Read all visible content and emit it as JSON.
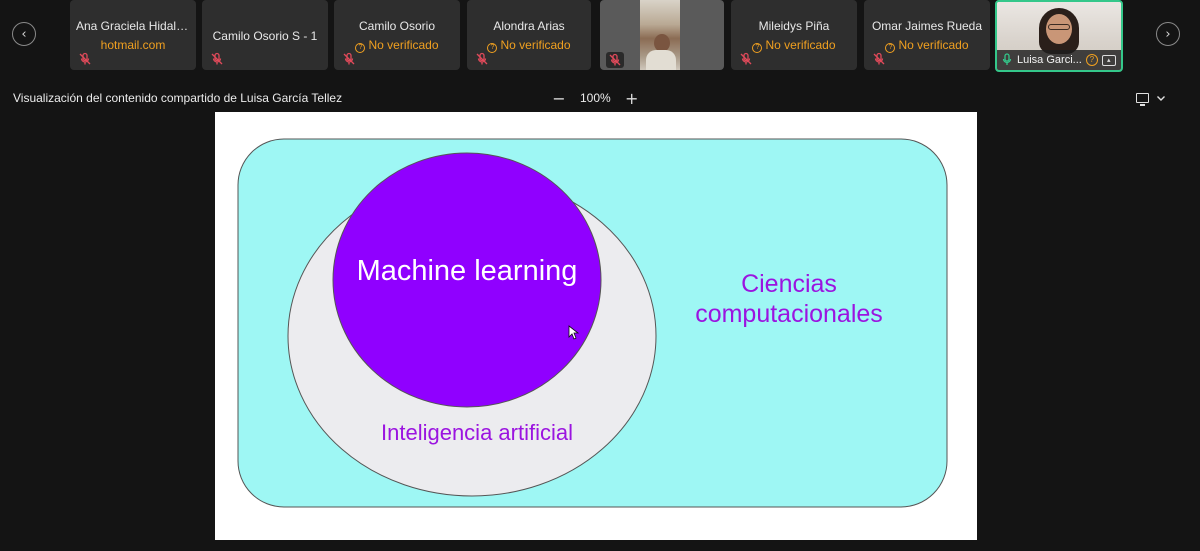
{
  "participants": [
    {
      "name": "Ana Graciela Hidalgo ...",
      "sub": "hotmail.com",
      "warn": false,
      "mic": "muted"
    },
    {
      "name": "Camilo Osorio S - 1",
      "sub": "",
      "warn": false,
      "mic": "muted"
    },
    {
      "name": "Camilo Osorio",
      "sub": "No verificado",
      "warn": true,
      "mic": "muted"
    },
    {
      "name": "Alondra Arias",
      "sub": "No verificado",
      "warn": true,
      "mic": "muted"
    },
    {
      "name": "",
      "sub": "",
      "warn": false,
      "mic": "muted",
      "video": true
    },
    {
      "name": "Mileidys Piña",
      "sub": "No verificado",
      "warn": true,
      "mic": "muted"
    },
    {
      "name": "Omar Jaimes Rueda",
      "sub": "No verificado",
      "warn": true,
      "mic": "muted"
    }
  ],
  "self_tile": {
    "label": "Luisa Garci..."
  },
  "share": {
    "title": "Visualización del contenido compartido de Luisa García Tellez",
    "zoom": "100%",
    "zoom_out": "−",
    "zoom_in": "+"
  },
  "slide": {
    "inner_label": "Machine learning",
    "middle_label": "Inteligencia artificial",
    "outer_label": "Ciencias computacionales"
  },
  "colors": {
    "outer_fill": "#9ef7f4",
    "middle_fill": "#ececef",
    "inner_fill": "#9000ff",
    "label_purple": "#9b14e0",
    "active_border": "#34c78a",
    "warning": "#f0a020"
  },
  "icons": {
    "prev": "chevron-left-icon",
    "next": "chevron-right-icon",
    "mic_muted": "mic-muted-icon",
    "warning": "warning-circle-icon",
    "view": "monitor-icon"
  }
}
